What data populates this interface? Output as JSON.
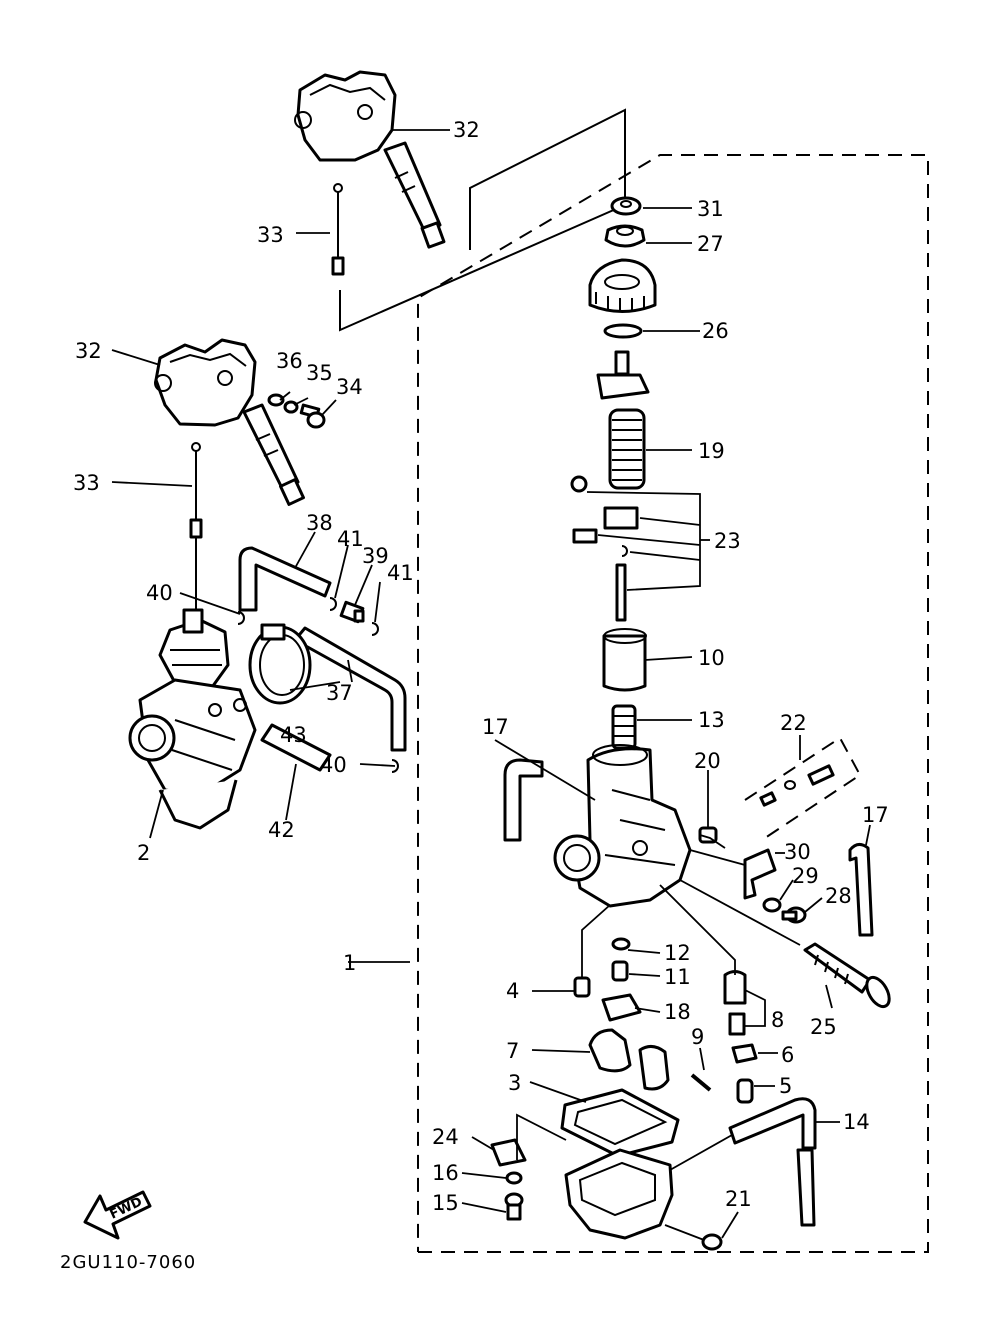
{
  "diagram_code": "2GU110-7060",
  "forward_arrow_label": "FWD",
  "callouts": {
    "p1": "1",
    "p2": "2",
    "p3": "3",
    "p4": "4",
    "p5": "5",
    "p6": "6",
    "p7": "7",
    "p8": "8",
    "p9": "9",
    "p10": "10",
    "p11": "11",
    "p12": "12",
    "p13": "13",
    "p14": "14",
    "p15": "15",
    "p16": "16",
    "p17a": "17",
    "p17b": "17",
    "p18": "18",
    "p19": "19",
    "p20": "20",
    "p21": "21",
    "p22": "22",
    "p23": "23",
    "p24": "24",
    "p25": "25",
    "p26": "26",
    "p27": "27",
    "p28": "28",
    "p29": "29",
    "p30": "30",
    "p31": "31",
    "p32a": "32",
    "p32b": "32",
    "p33a": "33",
    "p33b": "33",
    "p34": "34",
    "p35": "35",
    "p36": "36",
    "p37": "37",
    "p38": "38",
    "p39": "39",
    "p40a": "40",
    "p40b": "40",
    "p41a": "41",
    "p41b": "41",
    "p42": "42",
    "p43": "43"
  }
}
